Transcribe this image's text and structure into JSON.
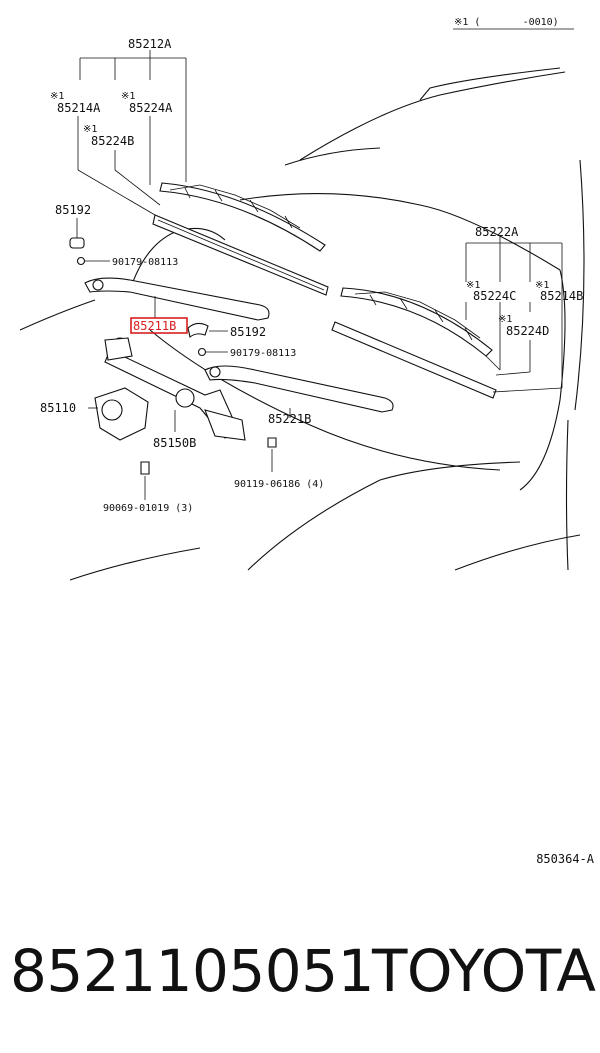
{
  "header": {
    "note": "※1 (       -0010)"
  },
  "labels": {
    "l85212A": "85212A",
    "mark1": "※1",
    "l85214A": "85214A",
    "l85224A": "85224A",
    "l85224B": "85224B",
    "l85192_a": "85192",
    "l90179_a": "90179-08113",
    "l85211B": "85211B",
    "l85192_b": "85192",
    "l90179_b": "90179-08113",
    "l85110": "85110",
    "l85150B": "85150B",
    "l85221B": "85221B",
    "l90119": "90119-06186 (4)",
    "l90069": "90069-01019 (3)",
    "l85222A": "85222A",
    "l85224C": "85224C",
    "l85214B": "85214B",
    "l85224D": "85224D"
  },
  "drawing_code": "850364-A",
  "footer": {
    "part_number": "8521105051",
    "brand": "TOYOTA"
  },
  "colors": {
    "highlight": "#d81e1e",
    "ink": "#111111"
  }
}
